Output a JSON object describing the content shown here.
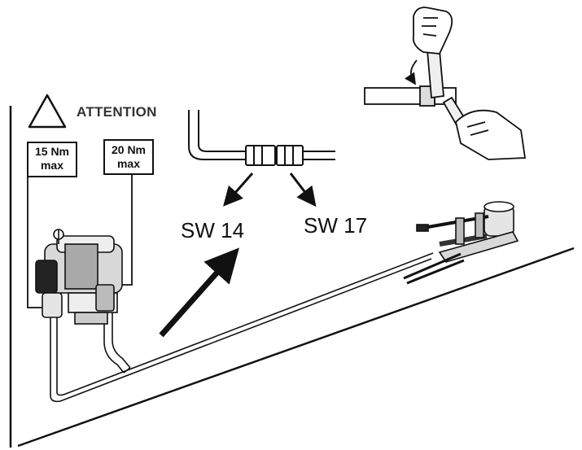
{
  "warning": {
    "title": "ATTENTION",
    "icon": "warning-triangle-icon"
  },
  "torque_labels": [
    {
      "value": "15 Nm",
      "limit": "max"
    },
    {
      "value": "20 Nm",
      "limit": "max"
    }
  ],
  "wrench_sizes": [
    {
      "label": "SW 14"
    },
    {
      "label": "SW 17"
    }
  ],
  "colors": {
    "ink": "#111111",
    "background": "#ffffff"
  }
}
